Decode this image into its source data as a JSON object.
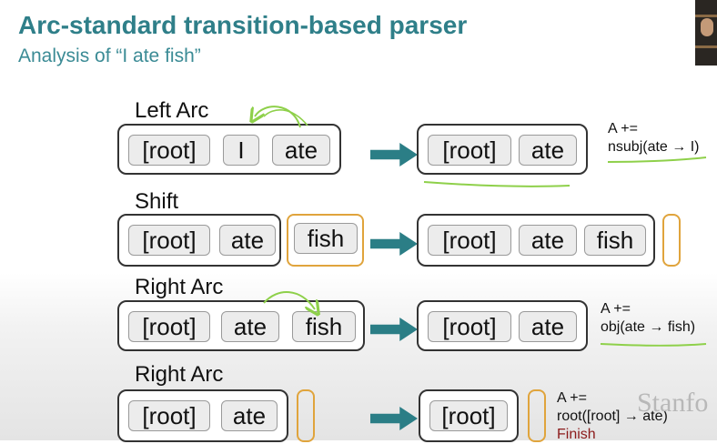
{
  "header": {
    "title": "Arc-standard transition-based parser",
    "subtitle": "Analysis of “I ate fish”"
  },
  "rows": [
    {
      "op": "Left Arc",
      "before_stack": [
        "[root]",
        "I",
        "ate"
      ],
      "before_buffer": [],
      "after_stack": [
        "[root]",
        "ate"
      ],
      "after_buffer": [],
      "note": [
        "A +=",
        "nsubj(ate → I)"
      ]
    },
    {
      "op": "Shift",
      "before_stack": [
        "[root]",
        "ate"
      ],
      "before_buffer": [
        "fish"
      ],
      "after_stack": [
        "[root]",
        "ate",
        "fish"
      ],
      "after_buffer": [],
      "note": []
    },
    {
      "op": "Right Arc",
      "before_stack": [
        "[root]",
        "ate",
        "fish"
      ],
      "before_buffer": [],
      "after_stack": [
        "[root]",
        "ate"
      ],
      "after_buffer": [],
      "note": [
        "A +=",
        "obj(ate → fish)"
      ]
    },
    {
      "op": "Right Arc",
      "before_stack": [
        "[root]",
        "ate"
      ],
      "before_buffer": [],
      "after_stack": [
        "[root]"
      ],
      "after_buffer": [],
      "note": [
        "A +=",
        "root([root] → ate)",
        "Finish"
      ]
    }
  ],
  "watermark": "Stanfo",
  "colors": {
    "title": "#2f7f89",
    "arrow": "#2b7e86",
    "buffer_border": "#e0a43c",
    "annotation_green": "#8ed04a",
    "finish_text": "#8b1a1a"
  }
}
